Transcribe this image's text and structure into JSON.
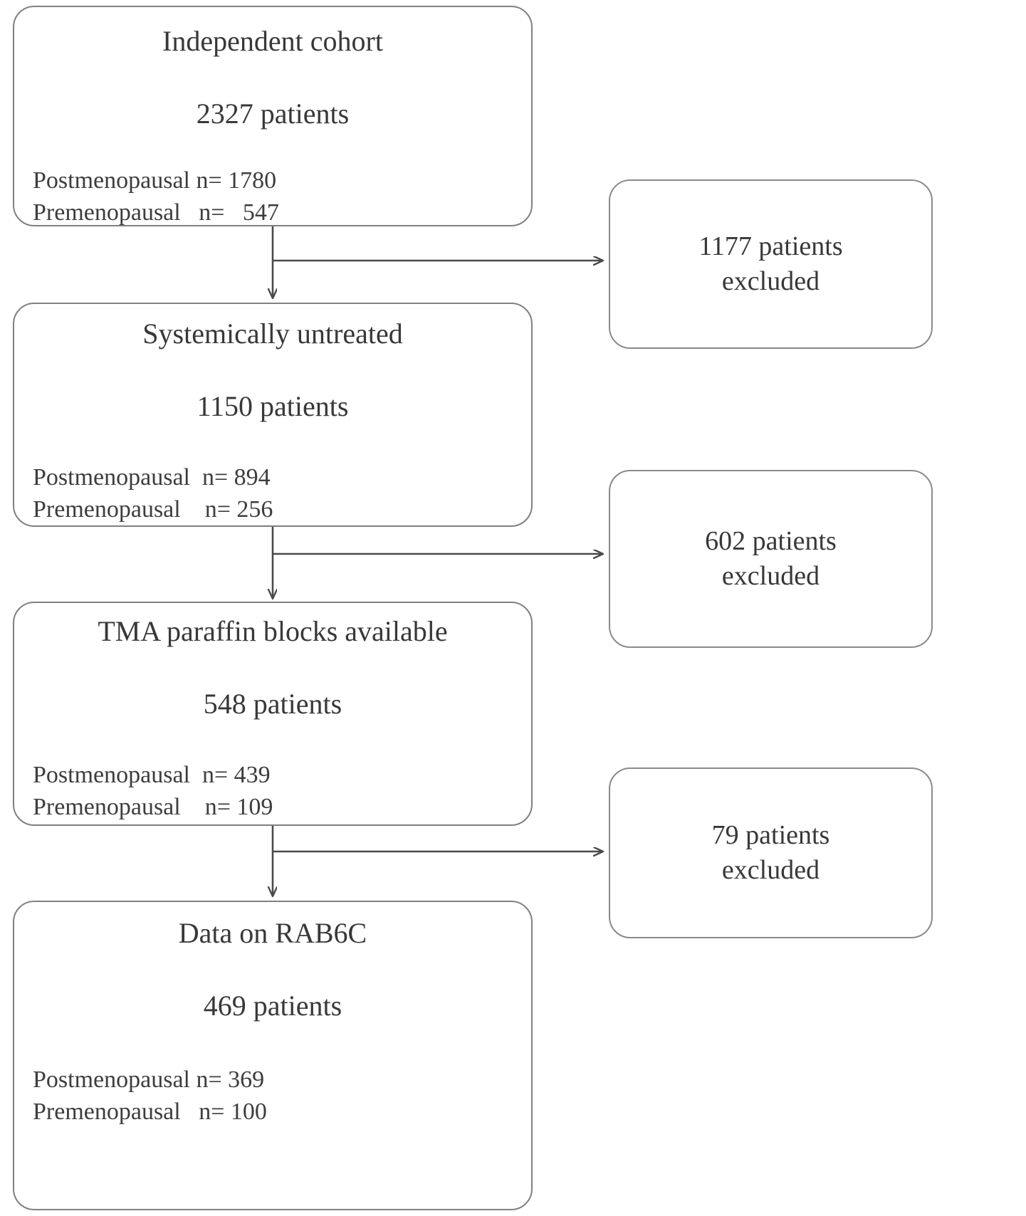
{
  "diagram": {
    "type": "patient-selection-flowchart",
    "labels": {
      "postmenopausal": "Postmenopausal",
      "premenopausal": "Premenopausal",
      "n_prefix": "n="
    },
    "stages": [
      {
        "id": "independent-cohort",
        "title": "Independent cohort",
        "count_text": "2327 patients",
        "count": 2327,
        "breakdown_text": "Postmenopausal n= 1780\nPremenopausal   n=   547",
        "postmenopausal": 1780,
        "premenopausal": 547
      },
      {
        "id": "systemically-untreated",
        "title": "Systemically untreated",
        "count_text": "1150 patients",
        "count": 1150,
        "breakdown_text": "Postmenopausal  n= 894\nPremenopausal    n= 256",
        "postmenopausal": 894,
        "premenopausal": 256
      },
      {
        "id": "tma-paraffin-blocks-available",
        "title": "TMA paraffin blocks available",
        "count_text": "548 patients",
        "count": 548,
        "breakdown_text": "Postmenopausal  n= 439\nPremenopausal    n= 109",
        "postmenopausal": 439,
        "premenopausal": 109
      },
      {
        "id": "data-on-rab6c",
        "title": "Data on RAB6C",
        "count_text": "469 patients",
        "count": 469,
        "breakdown_text": "Postmenopausal n= 369\nPremenopausal   n= 100",
        "postmenopausal": 369,
        "premenopausal": 100
      }
    ],
    "exclusions": [
      {
        "id": "exclusion-1",
        "line1": "1177 patients",
        "line2": "excluded",
        "count": 1177
      },
      {
        "id": "exclusion-2",
        "line1": "602 patients",
        "line2": "excluded",
        "count": 602
      },
      {
        "id": "exclusion-3",
        "line1": "79 patients",
        "line2": "excluded",
        "count": 79
      }
    ],
    "colors": {
      "border": "#808080",
      "text": "#383838",
      "connector": "#4a4a4a",
      "background": "#ffffff"
    }
  }
}
